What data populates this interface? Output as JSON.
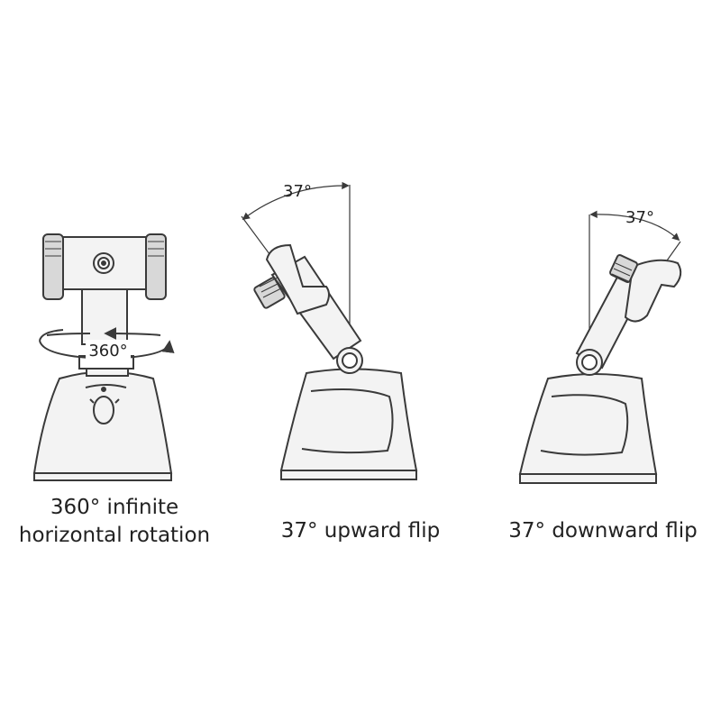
{
  "panels": [
    {
      "name": "rotation",
      "badge": "360°",
      "caption": [
        "360° infinite",
        "horizontal rotation"
      ]
    },
    {
      "name": "upward",
      "badge": "37°",
      "caption": [
        "37° upward flip"
      ]
    },
    {
      "name": "downward",
      "badge": "37°",
      "caption": [
        "37° downward flip"
      ]
    }
  ],
  "colors": {
    "stroke": "#3a3a3a",
    "fill": "#f3f3f3",
    "grip": "#d8d8d8"
  }
}
